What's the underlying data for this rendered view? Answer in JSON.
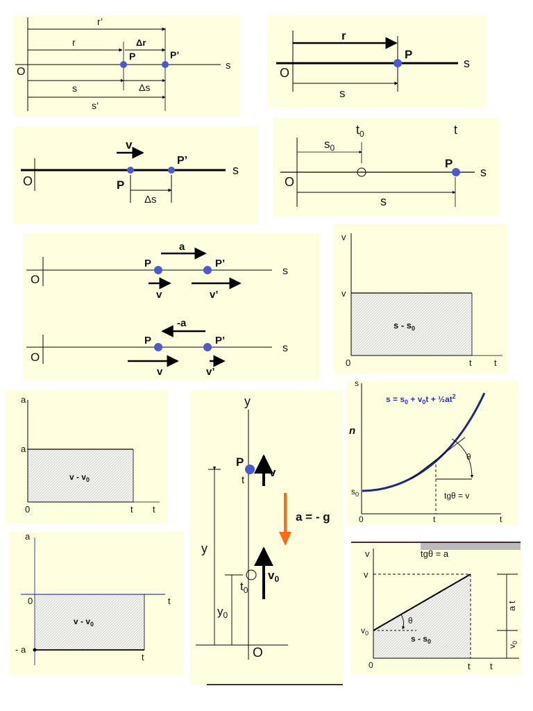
{
  "colors": {
    "panel_bg": "#ffffe0",
    "dot": "#4a5ad0",
    "curve": "#1a2a8a",
    "formula": "#2233cc",
    "arrow_orange": "#ff6a13",
    "axis_blue": "#3344aa"
  },
  "p1": {
    "r_prime": "r’",
    "r": "r",
    "dr": "Δr",
    "P": "P",
    "P_prime": "P’",
    "O": "O",
    "s_axis": "s",
    "s": "s",
    "ds": "Δs",
    "s_prime": "s’"
  },
  "p2": {
    "r": "r",
    "P": "P",
    "O": "O",
    "s_axis": "s",
    "s": "s"
  },
  "p3": {
    "v": "v",
    "P_prime": "P’",
    "s_axis": "s",
    "O": "O",
    "P": "P",
    "ds": "Δs"
  },
  "p4": {
    "t0": "t",
    "t0_sub": "0",
    "t": "t",
    "s0": "s",
    "s0_sub": "0",
    "P": "P",
    "s_axis": "s",
    "O": "O",
    "s": "s"
  },
  "p5": {
    "a": "a",
    "P": "P",
    "P_prime": "P’",
    "O": "O",
    "s_axis": "s",
    "v": "v",
    "v_prime": "v’",
    "neg_a": "-a"
  },
  "p6": {
    "v_axis": "v",
    "v_level": "v",
    "area": "s - s",
    "area_sub": "0",
    "origin": "0",
    "t": "t",
    "t_axis": "t"
  },
  "p7": {
    "a_axis": "a",
    "a_level": "a",
    "area": "v - v",
    "area_sub": "0",
    "origin": "0",
    "t": "t",
    "t_axis": "t"
  },
  "p8": {
    "y_axis": "y",
    "P": "P",
    "t": "t",
    "v": "v",
    "accel": "a = - g",
    "y": "y",
    "v0": "v",
    "v0_sub": "0",
    "t0": "t",
    "t0_sub": "0",
    "y0": "y",
    "y0_sub": "0",
    "O": "O"
  },
  "p9": {
    "s_axis": "s",
    "formula": "s = s",
    "f_sub0": "0",
    "f_mid": " + v",
    "f_sub1": "0",
    "f_mid2": "t + ½at",
    "f_sup": "2",
    "n": "n",
    "theta": "θ",
    "s0": "s",
    "s0_sub": "0",
    "tg": "tgθ = v",
    "origin": "0",
    "t": "t",
    "t_axis": "t"
  },
  "p10": {
    "a_axis": "a",
    "origin": "0",
    "t_axis": "t",
    "area": "v - v",
    "area_sub": "0",
    "neg_a": "- a",
    "t": "t"
  },
  "p11": {
    "v_axis": "v",
    "tg": "tgθ = a",
    "v_level": "v",
    "at": "a t",
    "theta": "θ",
    "v0": "v",
    "v0_sub": "0",
    "area": "s - s",
    "area_sub": "0",
    "v0_right": "v",
    "v0_right_sub": "0",
    "origin": "0",
    "t": "t",
    "t_axis": "t"
  }
}
